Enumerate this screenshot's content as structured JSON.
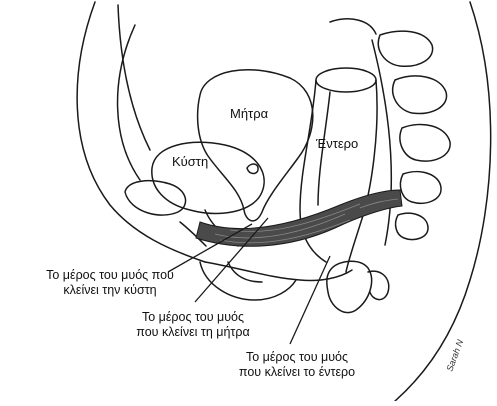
{
  "organs": {
    "uterus": "Μήτρα",
    "bladder": "Κύστη",
    "bowel": "Έντερο"
  },
  "callouts": {
    "bladder_muscle": [
      "Το μέρος του μυός που",
      "κλείνει την κύστη"
    ],
    "uterus_muscle": [
      "Το μέρος του μυός",
      "που κλείνει τη μήτρα"
    ],
    "bowel_muscle": [
      "Το μέρος του μυός",
      "που κλείνει το έντερο"
    ]
  },
  "signature": "Sarah N",
  "colors": {
    "line": "#1a1a1a",
    "muscle": "#4a4a4a",
    "paper": "#ffffff"
  }
}
